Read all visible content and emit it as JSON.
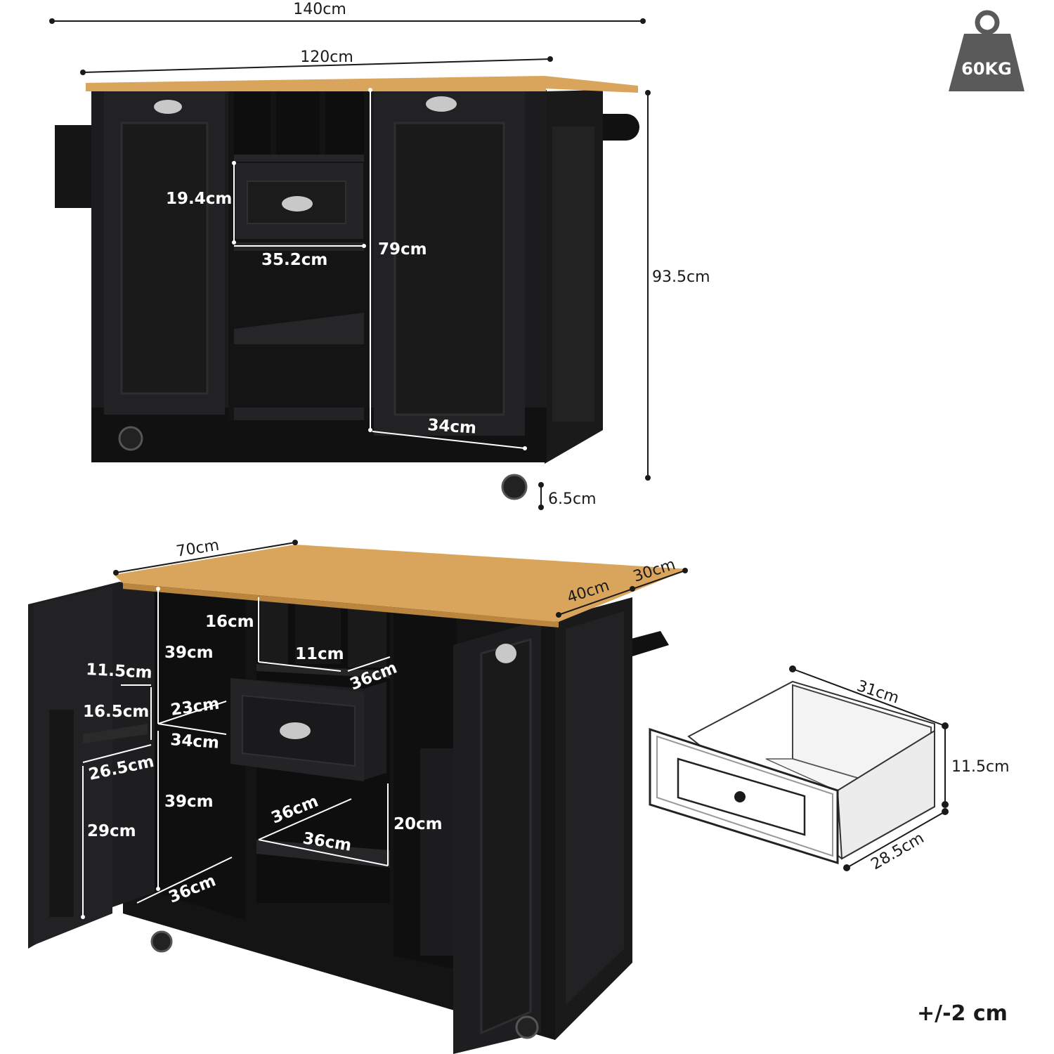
{
  "weight": {
    "label": "60KG",
    "icon": "weight-icon"
  },
  "tolerance": "+/-2 cm",
  "front_view": {
    "total_width": "140cm",
    "top_width": "120cm",
    "height": "93.5cm",
    "drawer_height": "19.4cm",
    "drawer_width": "35.2cm",
    "inner_height": "79cm",
    "door_width": "34cm",
    "wheel_height": "6.5cm"
  },
  "open_view": {
    "depth": "70cm",
    "side_depth": "40cm",
    "flap": "30cm",
    "cubby_height": "16cm",
    "cubby_width": "11cm",
    "cubby_depth": "36cm",
    "upper_height": "39cm",
    "lower_height": "39cm",
    "shelf_depth_left": "23cm",
    "shelf_width_left": "34cm",
    "bottom_depth_left": "36cm",
    "door_shelf_gap": "11.5cm",
    "door_shelf_height": "16.5cm",
    "door_shelf_width": "26.5cm",
    "door_lower_height": "29cm",
    "middle_shelf_depth": "36cm",
    "middle_shelf_width": "36cm",
    "middle_height": "20cm"
  },
  "drawer_detail": {
    "width": "31cm",
    "height": "11.5cm",
    "depth": "28.5cm"
  },
  "colors": {
    "cabinet": "#1c1c1e",
    "cabinet_panel": "#242426",
    "wood_top": "#d9a45c",
    "handle": "#c8c8c8",
    "weight_badge": "#5a5a5a"
  }
}
